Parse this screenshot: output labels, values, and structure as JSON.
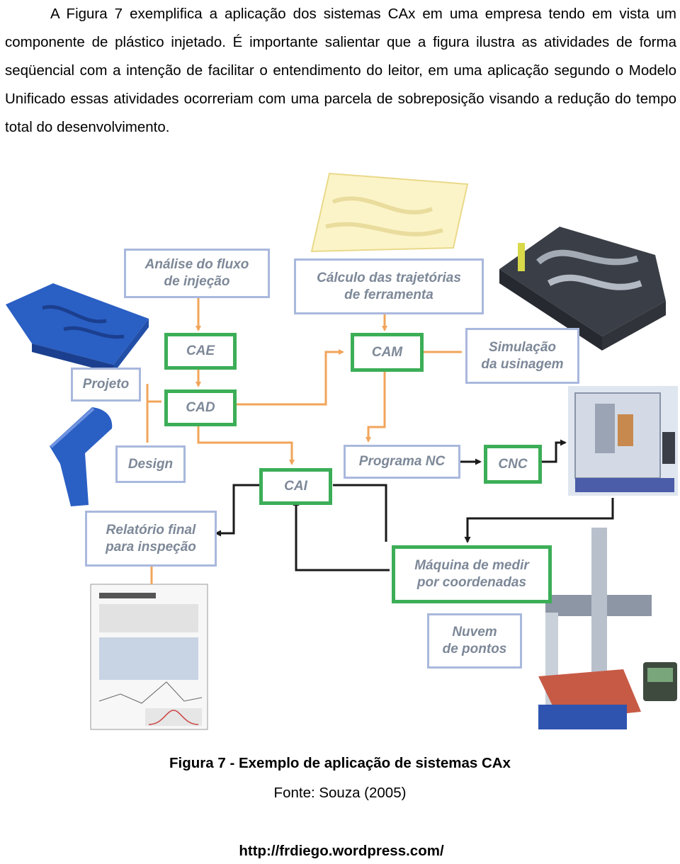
{
  "paragraph": "A Figura 7 exemplifica a aplicação dos sistemas CAx em uma empresa tendo em vista um componente de plástico injetado. É importante salientar que a figura ilustra as atividades de forma seqüencial com a intenção de facilitar o entendimento do leitor, em uma aplicação segundo o Modelo Unificado essas atividades ocorreriam com uma parcela de sobreposição visando a redução do tempo total do desenvolvimento.",
  "figure": {
    "boxes": {
      "analise_line1": "Análise do fluxo",
      "analise_line2": "de injeção",
      "calculo_line1": "Cálculo das trajetórias",
      "calculo_line2": "de ferramenta",
      "cae": "CAE",
      "cam": "CAM",
      "simulacao_line1": "Simulação",
      "simulacao_line2": "da usinagem",
      "projeto": "Projeto",
      "cad": "CAD",
      "design": "Design",
      "cai": "CAI",
      "programa_nc": "Programa NC",
      "cnc": "CNC",
      "relatorio_line1": "Relatório final",
      "relatorio_line2": "para inspeção",
      "maquina_line1": "Máquina de medir",
      "maquina_line2": "por coordenadas",
      "nuvem_line1": "Nuvem",
      "nuvem_line2": "de pontos"
    },
    "colors": {
      "green_border": "#3cae57",
      "blue_border": "#a9b8dd",
      "orange_arrow": "#f2a55a",
      "black_arrow": "#1a1a1a",
      "part_blue": "#2a5fc4"
    }
  },
  "caption": "Figura 7 - Exemplo de aplicação de sistemas CAx",
  "source": "Fonte: Souza (2005)",
  "url": "http://frdiego.wordpress.com/"
}
